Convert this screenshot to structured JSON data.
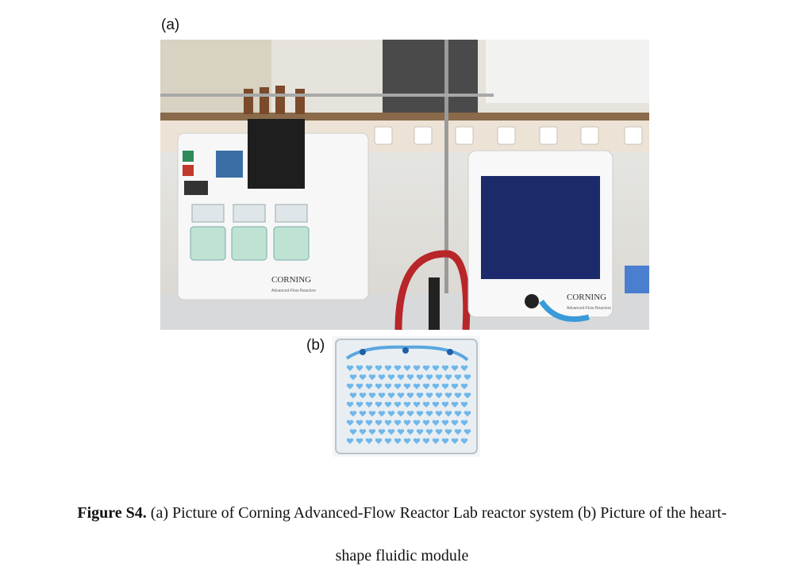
{
  "figure": {
    "panel_a_label": "(a)",
    "panel_b_label": "(b)",
    "caption_bold": "Figure S4.",
    "caption_line1": " (a) Picture of Corning Advanced-Flow Reactor Lab reactor system (b) Picture of the heart-",
    "caption_line2": "shape fluidic module"
  },
  "photo_a": {
    "left_unit_brand": "CORNING",
    "left_unit_subtitle": "Advanced-Flow Reactors",
    "right_unit_brand": "CORNING",
    "right_unit_subtitle": "Advanced-Flow Reactors"
  }
}
